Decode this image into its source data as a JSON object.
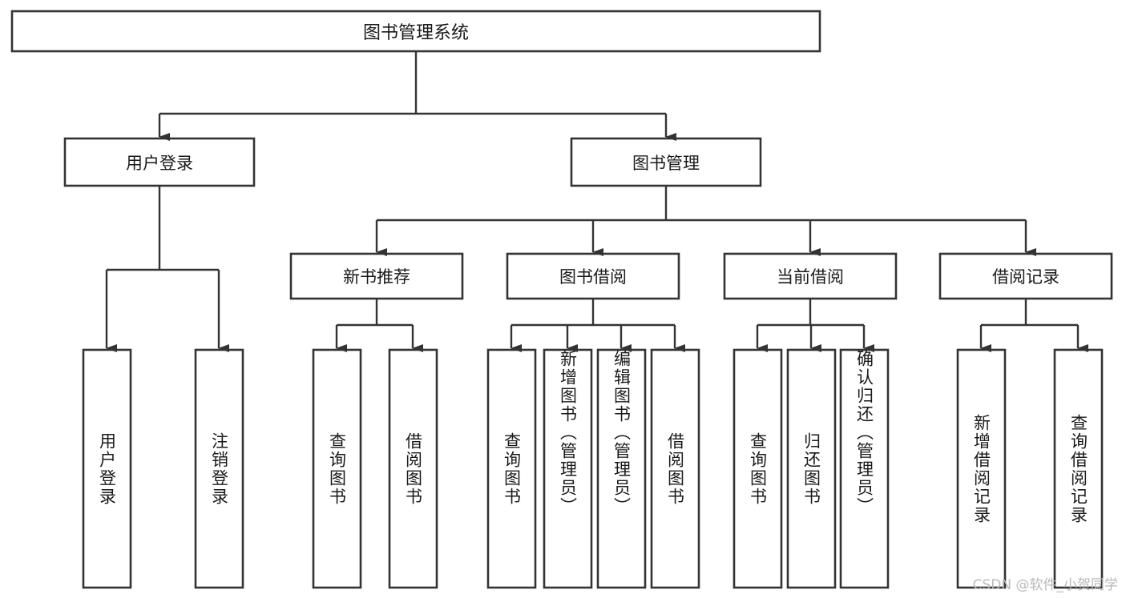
{
  "diagram": {
    "title": "图书管理系统",
    "type": "tree-hierarchy-chart",
    "root": {
      "label": "图书管理系统"
    },
    "level1": [
      {
        "label": "用户登录"
      },
      {
        "label": "图书管理"
      }
    ],
    "level2": [
      {
        "label": "新书推荐"
      },
      {
        "label": "图书借阅"
      },
      {
        "label": "当前借阅"
      },
      {
        "label": "借阅记录"
      }
    ],
    "leaves": {
      "user_login": [
        {
          "label": "用户登录"
        },
        {
          "label": "注销登录"
        }
      ],
      "new_book_recommend": [
        {
          "label": "查询图书"
        },
        {
          "label": "借阅图书"
        }
      ],
      "book_borrow": [
        {
          "label": "查询图书"
        },
        {
          "label": "新增图书（管理员）"
        },
        {
          "label": "编辑图书（管理员）"
        },
        {
          "label": "借阅图书"
        }
      ],
      "current_borrow": [
        {
          "label": "查询图书"
        },
        {
          "label": "归还图书"
        },
        {
          "label": "确认归还（管理员）"
        }
      ],
      "borrow_record": [
        {
          "label": "新增借阅记录"
        },
        {
          "label": "查询借阅记录"
        }
      ]
    }
  },
  "watermark": {
    "text": "CSDN @软件_小贺同学"
  },
  "colors": {
    "box_stroke": "#333333",
    "box_fill": "#ffffff",
    "connector": "#333333",
    "text": "#1a1a1a",
    "watermark": "#b9b9b9",
    "background": "#ffffff"
  }
}
